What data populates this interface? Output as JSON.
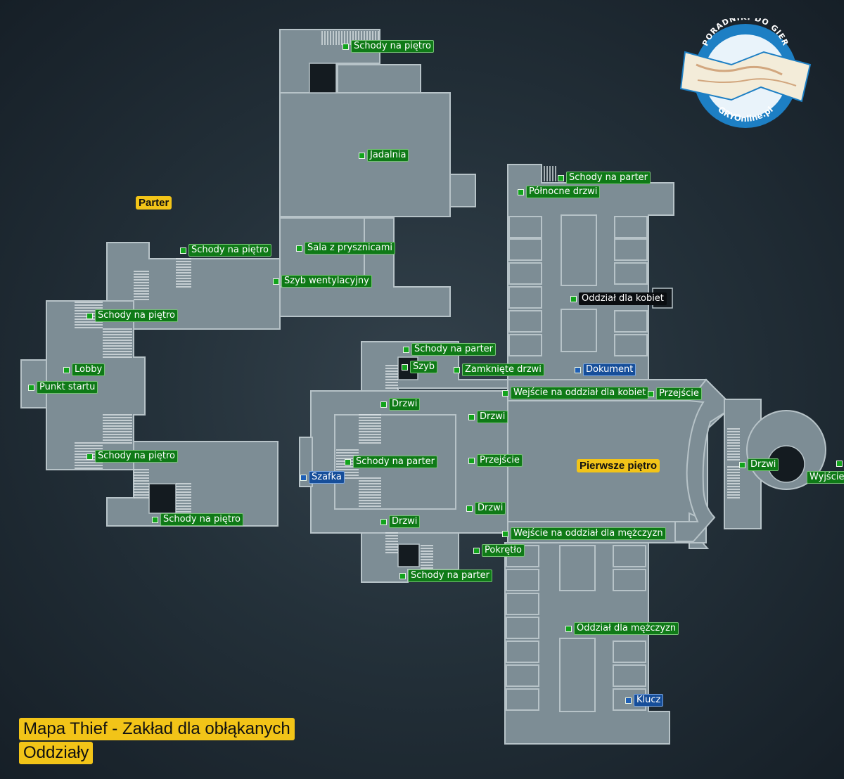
{
  "logo": {
    "top_text": "PORADNIKI DO GIER",
    "bottom_text": "GRYOnline.pl"
  },
  "title": {
    "line1": "Mapa Thief - Zakład dla obłąkanych",
    "line2": "Oddziały"
  },
  "areas": {
    "parter": "Parter",
    "pierwsze_pietro": "Pierwsze piętro"
  },
  "labels": [
    {
      "text": "Schody na piętro",
      "color": "green"
    },
    {
      "text": "Jadalnia",
      "color": "green"
    },
    {
      "text": "Schody na piętro",
      "color": "green"
    },
    {
      "text": "Sala z prysznicami",
      "color": "green"
    },
    {
      "text": "Szyb wentylacyjny",
      "color": "green"
    },
    {
      "text": "Schody na piętro",
      "color": "green"
    },
    {
      "text": "Lobby",
      "color": "green"
    },
    {
      "text": "Punkt startu",
      "color": "green"
    },
    {
      "text": "Schody na piętro",
      "color": "green"
    },
    {
      "text": "Schody na piętro",
      "color": "green"
    },
    {
      "text": "Schody na parter",
      "color": "green"
    },
    {
      "text": "Północne drzwi",
      "color": "green"
    },
    {
      "text": "Oddział dla kobiet",
      "color": "green"
    },
    {
      "text": "Schody na parter",
      "color": "green"
    },
    {
      "text": "Szyb",
      "color": "green"
    },
    {
      "text": "Zamknięte drzwi",
      "color": "green"
    },
    {
      "text": "Dokument",
      "color": "blue"
    },
    {
      "text": "Wejście na oddział dla kobiet",
      "color": "green"
    },
    {
      "text": "Przejście",
      "color": "green"
    },
    {
      "text": "Drzwi",
      "color": "green"
    },
    {
      "text": "Drzwi",
      "color": "green"
    },
    {
      "text": "Schody na parter",
      "color": "green"
    },
    {
      "text": "Przejście",
      "color": "green"
    },
    {
      "text": "Szafka",
      "color": "blue"
    },
    {
      "text": "Drzwi",
      "color": "green"
    },
    {
      "text": "Wyjście",
      "color": "green"
    },
    {
      "text": "Drzwi",
      "color": "green"
    },
    {
      "text": "Drzwi",
      "color": "green"
    },
    {
      "text": "Wejście na oddział dla mężczyzn",
      "color": "green"
    },
    {
      "text": "Pokrętło",
      "color": "green"
    },
    {
      "text": "Schody na parter",
      "color": "green"
    },
    {
      "text": "Oddział dla mężczyzn",
      "color": "green"
    },
    {
      "text": "Klucz",
      "color": "blue"
    }
  ],
  "colors": {
    "label_green": "#0f7a17",
    "label_blue": "#164e9a",
    "area_yellow": "#f2c418",
    "floor": "#7d8d95",
    "background": "#1e2a33"
  }
}
